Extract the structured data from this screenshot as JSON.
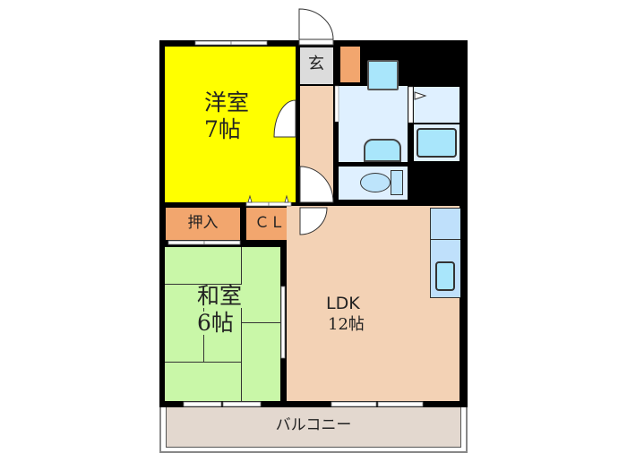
{
  "plan": {
    "rooms": {
      "western_room": {
        "name": "洋室",
        "size": "7帖",
        "color": "#ffff00"
      },
      "japanese_room": {
        "name": "和室",
        "size": "6帖",
        "color": "#c9f7a8"
      },
      "ldk": {
        "name": "LDK",
        "size": "12帖",
        "color": "#f3d2b5"
      },
      "closet_oshiire": {
        "name": "押入",
        "color": "#f2a66e"
      },
      "closet_cl": {
        "name": "ＣＬ",
        "color": "#f2a66e"
      },
      "entrance": {
        "name": "玄",
        "color": "#dcdcdc"
      },
      "balcony": {
        "name": "バルコニー",
        "color": "#e3d8cf"
      },
      "hallway": {
        "color": "#f3d2b5"
      },
      "bathroom": {
        "color": "#dff0ff"
      },
      "fixture_blue": "#a9e6fb"
    },
    "wall_color": "#000000"
  }
}
